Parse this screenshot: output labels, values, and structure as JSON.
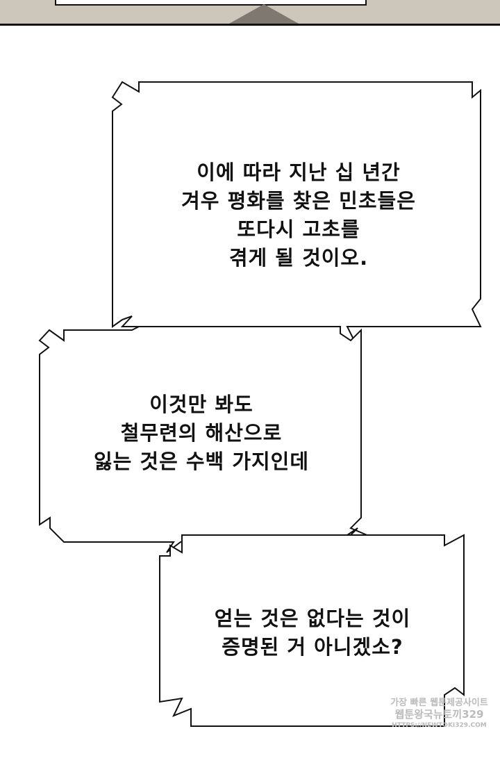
{
  "bubbles": [
    {
      "lines": [
        "이에 따라 지난 십 년간",
        "겨우 평화를 찾은 민초들은",
        "또다시 고초를",
        "겪게 될 것이오."
      ]
    },
    {
      "lines": [
        "이것만 봐도",
        "철무련의 해산으로",
        "잃는 것은 수백 가지인데"
      ]
    },
    {
      "lines": [
        "얻는 것은 없다는 것이",
        "증명된 거 아니겠소?"
      ]
    }
  ],
  "watermark": {
    "line1": "가장 빠른 웹툰제공사이트",
    "line2": "웹툰왕국뉴토끼329",
    "url": "HTTPS://NEWTOKI329.COM"
  }
}
